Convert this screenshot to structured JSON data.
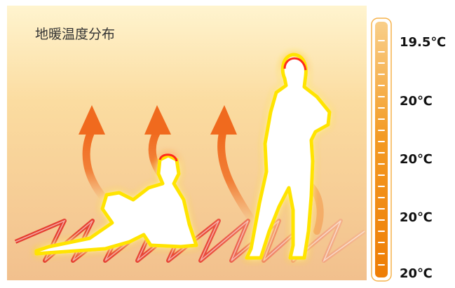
{
  "title": "地暖温度分布",
  "scale": {
    "labels": [
      "19.5℃",
      "20℃",
      "20℃",
      "20℃",
      "20℃"
    ]
  },
  "colors": {
    "arrow": "#f06a1e",
    "pipe": "#e43c2f",
    "bar": "#f08a12",
    "figure_outline": "#ff2a1a",
    "figure_glow": "#ffe400"
  },
  "icons": [
    "heat-arrow-icon",
    "person-sitting-icon",
    "person-standing-icon"
  ]
}
